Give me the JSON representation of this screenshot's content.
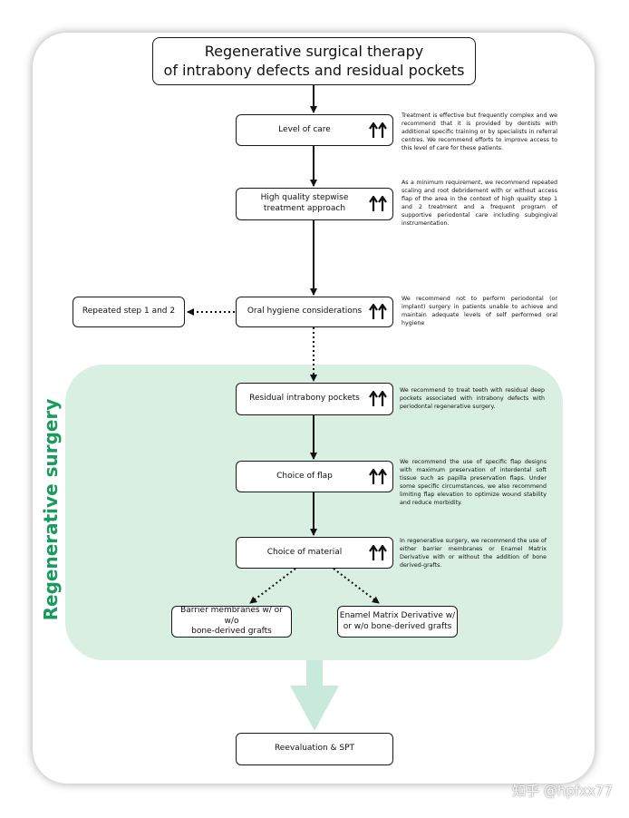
{
  "diagram": {
    "title_line1": "Regenerative surgical therapy",
    "title_line2": "of intrabony defects and residual pockets",
    "region_label": "Regenerative surgery",
    "recommendation_icon": "double-up-arrow-icon",
    "colors": {
      "region_fill": "#d9efe2",
      "region_label": "#1a9a5e",
      "big_arrow": "#c9eadb"
    },
    "steps": [
      {
        "id": "level_of_care",
        "label": "Level of care",
        "description": "Treatment is effective but frequently complex and we recommend that it is provided by dentists with additional specific training or by specialists in referral centres. We recommend efforts to improve access to this level of care for these patients."
      },
      {
        "id": "stepwise",
        "label_line1": "High quality stepwise",
        "label_line2": "treatment approach",
        "description": "As a minimum requirement, we recommend repeated scaling and root debridement with or without access flap of the area in the context of high quality step 1 and 2 treatment and a frequent program of supportive periodontal care including subgingival instrumentation."
      },
      {
        "id": "oral_hygiene",
        "label": "Oral hygiene considerations",
        "description": "We recommend not to perform periodontal (or implant) surgery in patients unable to achieve and maintain adequate levels of self performed oral hygiene"
      },
      {
        "id": "residual_pockets",
        "label": "Residual intrabony pockets",
        "description": "We recommend to treat teeth with residual deep pockets associated with intrabony defects with periodontal regenerative surgery."
      },
      {
        "id": "flap",
        "label": "Choice of flap",
        "description": "We recommend the use of specific flap designs with maximum preservation of interdental soft tissue such as papilla preservation flaps. Under some specific circumstances, we also recommend limiting flap elevation to optimize wound stability and reduce morbidity."
      },
      {
        "id": "material",
        "label": "Choice of material",
        "description": "In regenerative surgery, we recommend the use of either barrier membranes or Enamel Matrix Derivative with or without the addition of bone derived-grafts."
      }
    ],
    "side_box": {
      "label": "Repeated step 1 and 2"
    },
    "options": [
      {
        "line1": "Barrier membranes w/ or w/o",
        "line2": "bone-derived grafts"
      },
      {
        "line1": "Enamel Matrix Derivative w/",
        "line2": "or w/o bone-derived grafts"
      }
    ],
    "final_box": {
      "label": "Reevaluation & SPT"
    }
  },
  "watermark": "知乎 @hpfxx77"
}
